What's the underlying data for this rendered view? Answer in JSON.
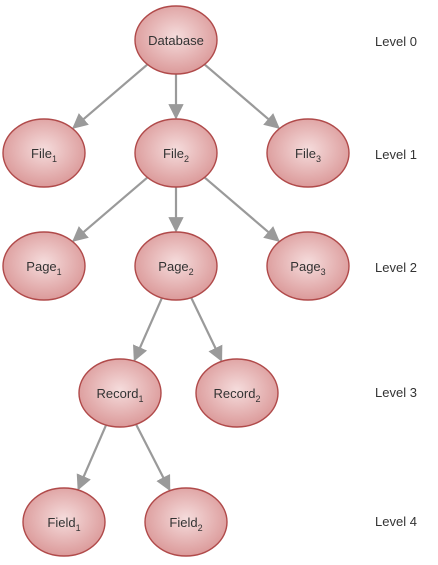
{
  "diagram": {
    "nodes": [
      {
        "id": "database",
        "name": "Database",
        "sub": ""
      },
      {
        "id": "file1",
        "name": "File",
        "sub": "1"
      },
      {
        "id": "file2",
        "name": "File",
        "sub": "2"
      },
      {
        "id": "file3",
        "name": "File",
        "sub": "3"
      },
      {
        "id": "page1",
        "name": "Page",
        "sub": "1"
      },
      {
        "id": "page2",
        "name": "Page",
        "sub": "2"
      },
      {
        "id": "page3",
        "name": "Page",
        "sub": "3"
      },
      {
        "id": "record1",
        "name": "Record",
        "sub": "1"
      },
      {
        "id": "record2",
        "name": "Record",
        "sub": "2"
      },
      {
        "id": "field1",
        "name": "Field",
        "sub": "1"
      },
      {
        "id": "field2",
        "name": "Field",
        "sub": "2"
      }
    ],
    "edges": [
      [
        "database",
        "file1"
      ],
      [
        "database",
        "file2"
      ],
      [
        "database",
        "file3"
      ],
      [
        "file2",
        "page1"
      ],
      [
        "file2",
        "page2"
      ],
      [
        "file2",
        "page3"
      ],
      [
        "page2",
        "record1"
      ],
      [
        "page2",
        "record2"
      ],
      [
        "record1",
        "field1"
      ],
      [
        "record1",
        "field2"
      ]
    ],
    "levels": [
      "Level 0",
      "Level 1",
      "Level 2",
      "Level 3",
      "Level 4"
    ],
    "colors": {
      "node_center": "#f5dcdc",
      "node_edge": "#d99494",
      "node_stroke": "#b04a4a",
      "arrow": "#9a9a9a",
      "text": "#333333"
    }
  }
}
